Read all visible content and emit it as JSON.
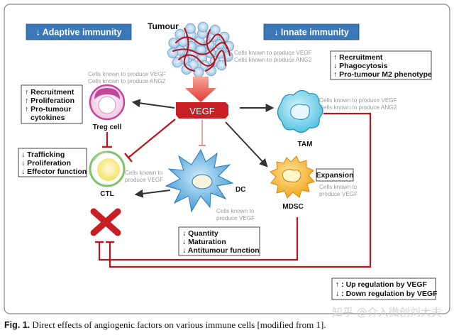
{
  "adaptive_header": "↓ Adaptive immunity",
  "innate_header": "↓ Innate immunity",
  "tumour_label": "Tumour",
  "vegf_label": "VEGF",
  "notes": {
    "tumour": [
      "Cells known to produce VEGF",
      "Cells known to produce ANG2"
    ],
    "treg": [
      "Cells known to produce VEGF",
      "Cells known to produce ANG2"
    ],
    "tam": [
      "Cells known to produce VEGF",
      "Cells known to produce ANG2"
    ],
    "ctl": [
      "Cells known to",
      "produce VEGF"
    ],
    "dc": [
      "Cells known to",
      "produce VEGF"
    ],
    "mdsc": [
      "Cells known to",
      "produce VEGF"
    ]
  },
  "cells": {
    "treg": "Treg cell",
    "ctl": "CTL",
    "dc": "DC",
    "tam": "TAM",
    "mdsc": "MDSC"
  },
  "boxes": {
    "treg": [
      "↑ Recruitment",
      "↑ Proliferation",
      "↑ Pro-tumour",
      "cytokines"
    ],
    "ctl": [
      "↓ Trafficking",
      "↓ Proliferation",
      "↓ Effector function"
    ],
    "tam": [
      "↑ Recruitment",
      "↓ Phagocytosis",
      "↑ Pro-tumour M2 phenotype"
    ],
    "mdsc": [
      "Expansion"
    ],
    "dc": [
      "↓ Quantity",
      "↓ Maturation",
      "↓ Antitumour function"
    ],
    "legend": [
      "↑ : Up regulation by VEGF",
      "↓ : Down regulation by VEGF"
    ]
  },
  "caption": {
    "fig": "Fig. 1.",
    "text": " Direct effects of angiogenic factors on various immune cells [modified from 1]."
  },
  "watermark": "知乎 @介入微创刘大夫",
  "colors": {
    "header_fill": "#3a78b8",
    "vegf_fill": "#c81f24",
    "inhibit_line": "#b9161c",
    "arrow": "#333333",
    "panel_border": "#8a8a8a"
  }
}
